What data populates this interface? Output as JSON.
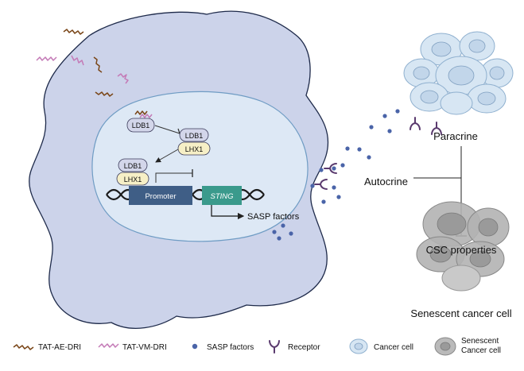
{
  "labels": {
    "ldb1": "LDB1",
    "lhx1": "LHX1",
    "promoter": "Promoter",
    "sting": "STING",
    "sasp_factors": "SASP factors",
    "paracrine": "Paracrine",
    "autocrine": "Autocrine",
    "csc_properties": "CSC properties",
    "senescent_cancer_cell": "Senescent cancer cell"
  },
  "legend": {
    "tat_ae_dri": "TAT-AE-DRI",
    "tat_vm_dri": "TAT-VM-DRI",
    "sasp_factors": "SASP factors",
    "receptor": "Receptor",
    "cancer_cell": "Cancer cell",
    "senescent_line1": "Senescent",
    "senescent_line2": "Cancer cell"
  },
  "colors": {
    "cell_fill": "#ccd3ea",
    "cell_stroke": "#1e2a4a",
    "nucleus_fill": "#dde8f5",
    "nucleus_stroke": "#6f9cc4",
    "promoter_fill": "#3f5e86",
    "sting_fill": "#3a9a8c",
    "ldb1_fill": "#d3d6ea",
    "lhx1_fill": "#f6efc6",
    "ae_dri": "#7a4618",
    "vm_dri": "#c47bb7",
    "sasp_dot": "#4a64a8",
    "receptor": "#5a3a6e",
    "cancer_cell_fill": "#d7e6f3",
    "senescent_fill": "#b3b3b3"
  }
}
